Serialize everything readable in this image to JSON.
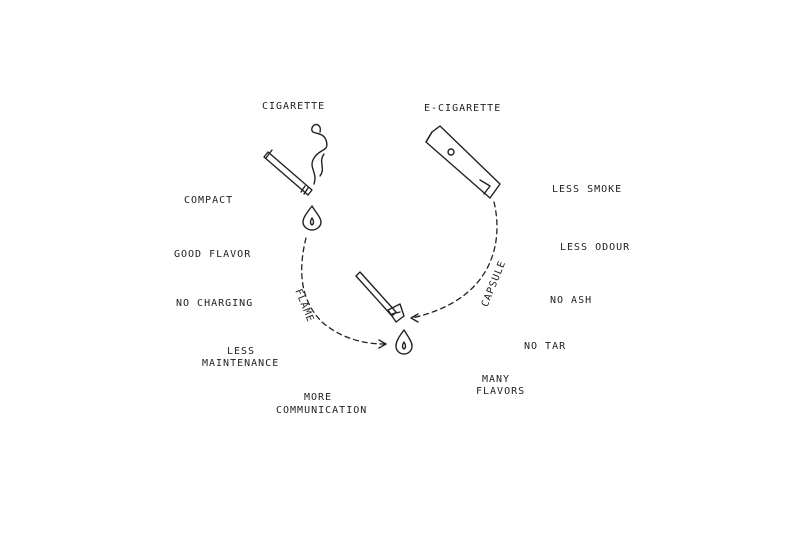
{
  "titles": {
    "cigarette": "Cigarette",
    "ecigarette": "E-cigarette"
  },
  "paths": {
    "flame": "Flame",
    "capsule": "Capsule"
  },
  "left_benefits": [
    "Compact",
    "Good flavor",
    "No charging",
    "Less",
    "Maintenance",
    "More",
    "Communication"
  ],
  "right_benefits": [
    "Less smoke",
    "Less odour",
    "No ash",
    "No tar",
    "Many",
    "Flavors"
  ],
  "icons": {
    "cigarette": "cigarette-icon",
    "smoke": "smoke-icon",
    "ecigarette": "e-cigarette-icon",
    "flame": "flame-icon",
    "heated_stick": "heated-tobacco-stick-icon"
  }
}
